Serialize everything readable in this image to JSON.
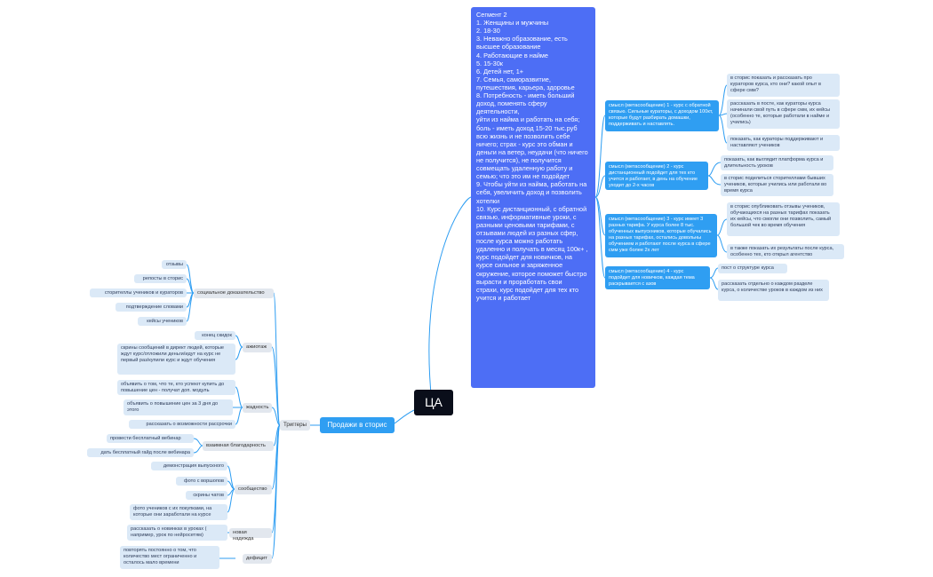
{
  "center": {
    "label": "ЦА"
  },
  "segment": {
    "lines": [
      "Сегмент 2",
      "1. Женщины и мужчины",
      "2. 18-30",
      "3. Неважно образование, есть высшее образование",
      "4. Работающие в найме",
      "5. 15-30к",
      "6. Детей нет, 1+",
      "7. Семья, саморазвитие, путешествия, карьера, здоровье",
      "8. Потребность - иметь больший доход, поменять сферу деятельности,",
      "уйти из найма и работать на себя; боль - иметь доход 15-20 тыс.руб",
      "всю жизнь и не позволить себе ничего; страх - курс это обман и деньги на ветер, неудачи (что ничего не получится), не получится",
      "совмещать удаленную работу и семью; что это им не подойдет",
      "9. Чтобы уйти из найма, работать на себя, увеличить доход и позволить",
      "хотелки",
      "10. Курс дистанционный, с обратной связью, информативные уроки, с разными ценовыми тарифами, с отзывами людей из разных сфер, после курса можно работать удаленно и получать в месяц 100к+ ,",
      "курс подойдет для новичков, на курсе сильное и заряженное окружение, которое поможет быстро вырасти и проработать свои",
      "страхи, курс подойдет для тех кто учится и работает"
    ]
  },
  "messages": [
    {
      "title": "смысл (метасообщение) 1 - курс с обратной связью. Сильные кураторы, с доходом 100кт, которые будут разбирать домашки, поддерживать и наставлять.",
      "items": [
        "в сторис показать и рассказать про кураторов курса, кто они? какой опыт в сфере смм?",
        "рассказать в посте, как кураторы курса начинали свой путь в сфере смм, их кейсы (особенно те, которые работали в найме и учились)",
        "показать, как кураторы поддерживают и наставляют учеников"
      ]
    },
    {
      "title": "смысл (метасообщение) 2 - курс дистанционный подойдет для тех кто учится и работает, в день на обучение уходит до 2-х часов",
      "items": [
        "показать, как выглядит платформа курса и длительность уроков",
        "в сторис поделиться сторителлами бывших учеников, которые учились или работали во время курса"
      ]
    },
    {
      "title": "смысл (метасообщение) 3 - курс имеет 3 разных тарифа. У курса более 8 тыс. обученных выпускников, которые обучались на разных тарифах, остались довольны обучением и работают после курса в сфере смм уже более 2х лет",
      "items": [
        "в сторис опубликовать отзывы учеников, обучающихся на разных тарифах показать их кейсы, что смогли они позволить, самый большой чек во время обучения",
        "в также показать их результаты после курса, особенно тех, кто открыл агентство"
      ]
    },
    {
      "title": "смысл (метасообщение) 4 - курс подойдет для новичков, каждая тема раскрывается с азов",
      "items": [
        "пост о структуре курса",
        "рассказать отдельно о каждом разделе курса, о количестве уроков в каждом из них"
      ]
    }
  ],
  "sales": {
    "label": "Продажи в сторис"
  },
  "triggers": {
    "label": "Триггеры",
    "groups": [
      {
        "label": "социальное доказательство",
        "items": [
          "отзывы",
          "репосты в сторис",
          "сторителлы учеников и кураторов",
          "подтверждение словами",
          "кейсы учеников"
        ]
      },
      {
        "label": "ажиотаж",
        "items": [
          "конец скидок",
          "скрины сообщений в директ людей, которые ждут курс/отложили деньги/идут на курс не первый раз/купили курс и ждут обучения"
        ]
      },
      {
        "label": "жадность",
        "items": [
          "объявить о том, что те, кто успеют купить до повышение цен - получат доп. модуль",
          "объявить о повышение цен за 3 дня до этого",
          "рассказать о возможности рассрочки"
        ]
      },
      {
        "label": "взаимная благодарность",
        "items": [
          "провести бесплатный вебинар",
          "дать бесплатный гайд после вебинара"
        ]
      },
      {
        "label": "сообщество",
        "items": [
          "демонстрация выпускного",
          "фото с воршопов",
          "скрины чатов",
          "фото учеников с их покупками, на которые они заработали на курсе"
        ]
      },
      {
        "label": "новая надежда",
        "items": [
          "рассказать о новинках в уроках ( например, урок по нейросетям)"
        ]
      },
      {
        "label": "дефицит",
        "items": [
          "повторять постоянно о том, что количество мест ограниченно и осталось мало времени"
        ]
      }
    ]
  }
}
